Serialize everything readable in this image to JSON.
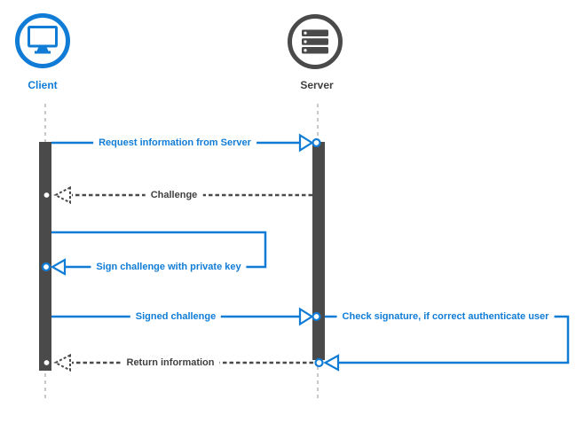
{
  "diagram": {
    "type": "sequence-diagram",
    "actors": [
      {
        "id": "client",
        "label": "Client",
        "icon": "monitor-icon",
        "color": "#107CD6"
      },
      {
        "id": "server",
        "label": "Server",
        "icon": "server-stack-icon",
        "color": "#4A4A4A"
      }
    ],
    "messages": [
      {
        "label": "Request information from Server",
        "from": "client",
        "to": "server",
        "style": "solid-blue-open-arrow"
      },
      {
        "label": "Challenge",
        "from": "server",
        "to": "client",
        "style": "dashed-gray-return"
      },
      {
        "label": "Sign challenge with private key",
        "from": "client",
        "to": "client",
        "style": "solid-blue-self-loop"
      },
      {
        "label": "Signed challenge",
        "from": "client",
        "to": "server",
        "style": "solid-blue-open-arrow"
      },
      {
        "label": "Check signature, if correct authenticate user",
        "from": "server",
        "to": "server",
        "style": "solid-blue-self-loop"
      },
      {
        "label": "Return information",
        "from": "server",
        "to": "client",
        "style": "dashed-gray-return"
      }
    ],
    "colors": {
      "accent_blue": "#107CD6",
      "dark_gray": "#4A4A4A",
      "lifeline_gray": "#C9C9C9",
      "background": "#FFFFFF"
    }
  }
}
